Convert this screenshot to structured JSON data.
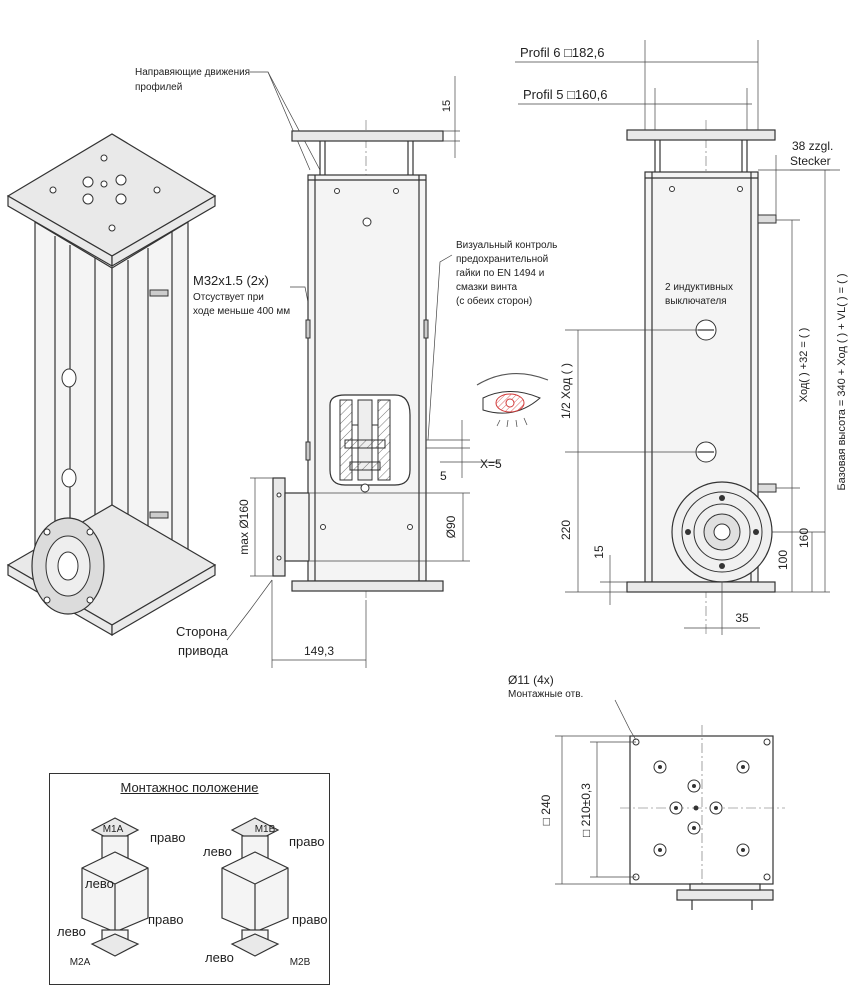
{
  "labels": {
    "guides": [
      "Направяющие движения",
      "профилей"
    ],
    "m32": "M32x1.5 (2x)",
    "absent": [
      "Отсуствует при",
      "ходе меньше 400 мм"
    ],
    "visual": [
      "Визуальный контроль",
      "предохранительной",
      "гайки по EN 1494 и",
      "смазки винта",
      "(с обеих сторон)"
    ],
    "switches": [
      "2 индуктивных",
      "выключателя"
    ],
    "drive_side": [
      "Сторона",
      "привода"
    ],
    "mount_holes_count": "Ø11 (4x)",
    "mount_holes": "Монтажные отв.",
    "profil6": "Profil 6 □182,6",
    "profil5": "Profil 5 □160,6",
    "connector": [
      "38 zzgl.",
      "Stecker"
    ],
    "x_eq": "X=5",
    "half_stroke": "1/2 Ход  (       )",
    "stroke_formula": "Ход(       ) +32 = (       )",
    "base_height": "Базовая высота  = 340 +  Ход  (       ) + VL(       ) = (       )"
  },
  "dimensions": {
    "d15_top": "15",
    "d5": "5",
    "d90": "Ø90",
    "d160_flange": "max Ø160",
    "d149": "149,3",
    "d220": "220",
    "d15_bottom": "15",
    "d100": "100",
    "d160": "160",
    "d35": "35",
    "d240": "□ 240",
    "d210": "□ 210±0,3"
  },
  "mounting": {
    "title": "Монтажнос положение",
    "m1a": "M1A",
    "m1b": "M1B",
    "m2a": "M2A",
    "m2b": "M2B",
    "right": "право",
    "left": "лево"
  },
  "colors": {
    "line": "#333333",
    "eye_accent": "#d23a3a"
  }
}
